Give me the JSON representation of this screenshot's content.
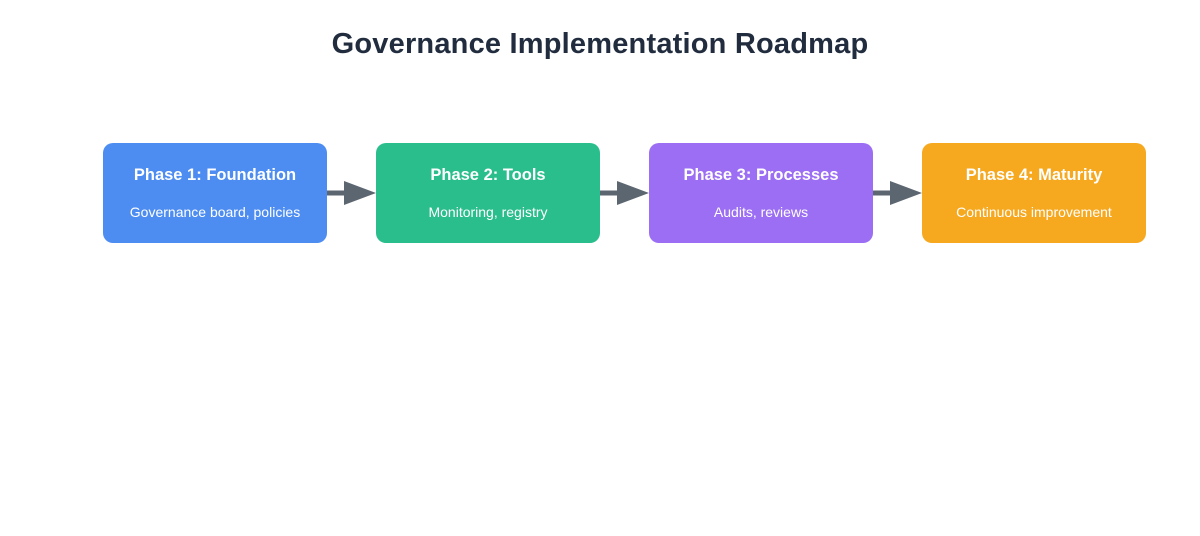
{
  "title": "Governance Implementation Roadmap",
  "colors": {
    "title_text": "#212d3e",
    "arrow": "#5c6671",
    "phase_text": "#ffffff",
    "background": "#ffffff"
  },
  "phases": [
    {
      "label": "Phase 1: Foundation",
      "description": "Governance board, policies",
      "color": "#4d8df2"
    },
    {
      "label": "Phase 2: Tools",
      "description": "Monitoring, registry",
      "color": "#2abe8c"
    },
    {
      "label": "Phase 3: Processes",
      "description": "Audits, reviews",
      "color": "#9b6ef3"
    },
    {
      "label": "Phase 4: Maturity",
      "description": "Continuous improvement",
      "color": "#f6a81f"
    }
  ],
  "connectors": [
    {
      "icon": "arrow-right-icon"
    },
    {
      "icon": "arrow-right-icon"
    },
    {
      "icon": "arrow-right-icon"
    }
  ]
}
